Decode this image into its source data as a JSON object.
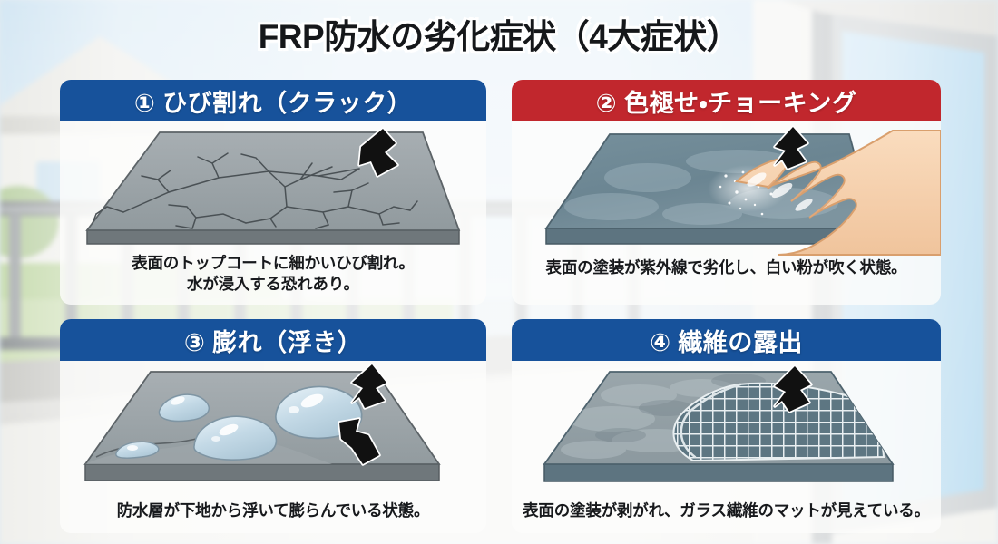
{
  "page": {
    "title": "FRP防水の劣化症状（4大症状）",
    "background_scene": "blurred-balcony-with-railing-house-and-glass-door"
  },
  "colors": {
    "header_blue": "#17529b",
    "header_red": "#c1272d",
    "card_bg": "#fcfcfb",
    "text_dark": "#17191c",
    "slab_top": "#9aa2a6",
    "slab_side": "#6e767a",
    "slab_faded": "#6d8490",
    "skin": "#f5cfab",
    "blister": "#bfd7e6",
    "mesh": "#e8eef0"
  },
  "cards": [
    {
      "id": "crack",
      "number": "①",
      "header": "① ひび割れ（クラック）",
      "header_color": "blue",
      "caption_lines": [
        "表面のトップコートに細かいひび割れ。",
        "水が浸入する恐れあり。"
      ],
      "art": "gray-slab-with-crack-network-and-arrow"
    },
    {
      "id": "chalking",
      "number": "②",
      "header": "② 色褪せ・チョーキング",
      "header_color": "red",
      "caption_lines": [
        "表面の塗装が紫外線で劣化し、白い粉が吹く状態。"
      ],
      "art": "faded-slab-with-hand-wiping-white-powder-and-arrow"
    },
    {
      "id": "blister",
      "number": "③",
      "header": "③ 膨れ（浮き）",
      "header_color": "blue",
      "caption_lines": [
        "防水層が下地から浮いて膨らんでいる状態。"
      ],
      "art": "gray-slab-with-water-blisters-and-two-arrows"
    },
    {
      "id": "fiber",
      "number": "④",
      "header": "④ 繊維の露出",
      "header_color": "blue",
      "caption_lines": [
        "表面の塗装が剥がれ、ガラス繊維のマットが見えている。"
      ],
      "art": "slab-with-peeled-coating-exposing-glass-fiber-mesh-and-arrow"
    }
  ]
}
